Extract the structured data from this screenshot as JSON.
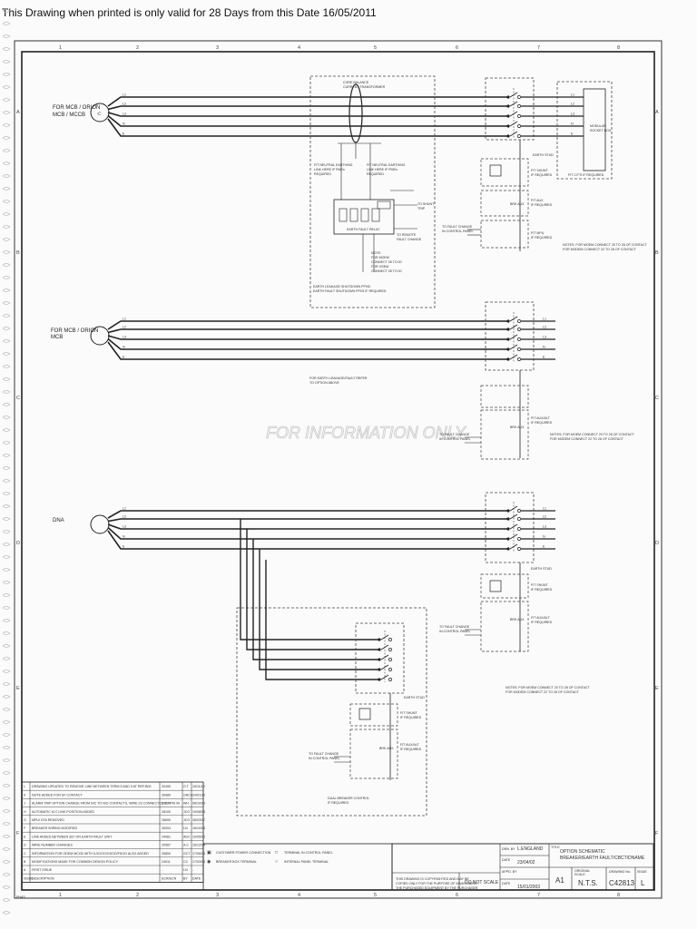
{
  "header_text": "This Drawing when printed is only valid for 28 Days from this Date 16/05/2011",
  "watermark": "FOR INFORMATION ONLY",
  "grid": {
    "columns": [
      "1",
      "2",
      "3",
      "4",
      "5",
      "6",
      "7",
      "8"
    ],
    "rows": [
      "A",
      "B",
      "C",
      "D",
      "E",
      "F"
    ]
  },
  "sections": {
    "one": {
      "source_label": "FOR MCB / ORION\nMCB / MCCB",
      "wire_labels": [
        "L1",
        "L2",
        "L3",
        "N",
        "E"
      ],
      "cbct_title": "CORE BALANCE\nCURRENT TRANSFORMER",
      "earthing_left": "FIT NEUTRAL EARTHING\nLINK HERE IF PMEs\nREQUIRED",
      "earthing_right": "FIT NEUTRAL EARTHING\nLINK HERE IF PMEs\nREQUIRED",
      "relay_label": "EARTH FAULT RELAY",
      "shunt_trip": "TO SHUNT\nTRIP",
      "remote": "TO REMOTE\nFAULT CHANGE",
      "note": "NOTE:\nFOR MOEM\nCONNECT 05 TO 00\nFOR OSEM\nCONNECT 05 TO 00",
      "shutdown": "EARTH LEAKAGE SHUTDOWN PPI/S/\nEARTH FAULT SHUTDOWN PPI/S IF REQUIRED",
      "modular": "MODULAR\nSOCKET BOX",
      "ct_required": "FIT C/T'S IF REQUIRED",
      "earth_stud": "EARTH STUD",
      "shunt_required": "FIT SHUNT\nIF REQUIRED",
      "aux_required": "FIT AUX\nIF REQUIRED",
      "mpu_required": "FIT MPU\nIF REQUIRED",
      "fault_change": "TO FAULT CHANGE\nIN CONTROL PANEL",
      "contact_note": "NOTES: FOR MOEM CONNECT 20 TO 28 OF CONTACT\nFOR MODEM CONNECT 22 TO 28 OF CONTACT"
    },
    "two": {
      "source_label": "FOR MCB / ORION\nMCB",
      "wire_labels": [
        "L1",
        "L2",
        "L3",
        "N",
        "E"
      ],
      "earth_note": "FOR EARTH LEAKAGE/FAULT REFER\nTO OPTION ABOVE",
      "aux_required": "FIT AUX/ALT\nIF REQUIRED",
      "fault_change": "TO FAULT CHANGE\nIN CONTROL PANEL",
      "contact_note": "NOTES: FOR MOEM CONNECT 20 TO 28 OF CONTACT\nFOR MODEM CONNECT 22 TO 28 OF CONTACT"
    },
    "three": {
      "source_label": "DNA",
      "wire_labels": [
        "L1",
        "L2",
        "L3",
        "N",
        "E"
      ],
      "earth_stud": "EARTH STUD",
      "shunt_required": "FIT SHUNT\nIF REQUIRED",
      "aux_required": "FIT AUX/ALT\nIF REQUIRED",
      "fault_change": "TO FAULT CHANGE\nIN CONTROL PANEL",
      "contact_note": "NOTES: FOR MOEM CONNECT 20 TO 28 OF CONTACT\nFOR MODEM CONNECT 22 TO 28 OF CONTACT",
      "dual_breaker": "DUAL BREAKER CONTROL\nIF REQUIRED"
    }
  },
  "revisions": [
    {
      "rev": "L",
      "desc": "DRAWING UPDATED TO REMOVE LINK BETWEEN TERM 5 AND 9 AT REF:B00",
      "ecn": "32490",
      "by": "G.T",
      "date": "15/11/10"
    },
    {
      "rev": "K",
      "desc": "NOTE ADDED FOR EF CONTACT",
      "ecn": "30980",
      "by": "GNCA",
      "date": "14/01/10"
    },
    {
      "rev": "J",
      "desc": "ALARM TRIP OPTION CHANGE FROM N/C TO N/O CONTACTS, WIRE 23 CONNECTED TO PIN 90",
      "ecn": "29270",
      "by": "WH",
      "date": "08/10/09"
    },
    {
      "rev": "H",
      "desc": "AUTOMATIC M.C LINK POSITION ADDED",
      "ecn": "28100",
      "by": "JCG",
      "date": "19/08/09"
    },
    {
      "rev": "G",
      "desc": "MPU/ DTA REMOVED",
      "ecn": "26690",
      "by": "JCG",
      "date": "26/03/07"
    },
    {
      "rev": "F",
      "desc": "BREAKER WIRING MODIFIED",
      "ecn": "26204",
      "by": "LN",
      "date": "16/10/06"
    },
    {
      "rev": "E",
      "desc": "LINK ADDED BETWEEN 3&7 ON EARTH FAULT UNIT",
      "ecn": "24081",
      "by": "ADC",
      "date": "10/05/05"
    },
    {
      "rev": "D",
      "desc": "WIRE NUMBER CHANGES",
      "ecn": "20587",
      "by": "A.C",
      "date": "16/12/04"
    },
    {
      "rev": "C",
      "desc": "INFORMATION FOR ODEM MCCB WITH ILSOOO/OSOO/FDOO ALSO ADDED",
      "ecn": "25809",
      "by": "GCT",
      "date": "17/06/04"
    },
    {
      "rev": "B",
      "desc": "MODIFICATIONS MADE FOR COMMON DESIGN POLICY",
      "ecn": "24011",
      "by": "CC",
      "date": "17/03/03"
    },
    {
      "rev": "A",
      "desc": "FIRST ISSUE",
      "ecn": "-",
      "by": "LN",
      "date": "-"
    },
    {
      "rev": "ISSUE",
      "desc": "DESCRIPTION",
      "ecn": "ECR/ECN",
      "by": "BY",
      "date": "DATE"
    }
  ],
  "legend": [
    {
      "sym": "▣",
      "text": "CUSTOMER POWER CONNECTION"
    },
    {
      "sym": "□",
      "text": "TERMINAL IN CONTROL PANEL"
    },
    {
      "sym": "◉",
      "text": "BREAKER BOX TERMINAL"
    },
    {
      "sym": "○",
      "text": "INTERNAL PANEL TERMINAL"
    }
  ],
  "title_block": {
    "copyright": "THIS DRAWING IS COPYRIGHTED AND MAY BE COPIED ONLY FOR THE PURPOSE OF MAINTAINING THE PURCHASED EQUIPMENT BY THE PURCHASER",
    "do_not_scale": "DO NOT SCALE",
    "drawn_by_label": "DRN. BY",
    "drawn_by": "L.ENGLAND",
    "date_label": "DATE",
    "date": "23/04/02",
    "appd_label": "APPD. BY",
    "appd": "",
    "date2_label": "DATE",
    "date2": "15/01/2003",
    "title_label": "TITLE",
    "title": "OPTION SCHEMATIC\nBREAKER/EARTH FAULT/CBCT/DNAME",
    "size": "A1",
    "scale_label": "ORIGINAL\nSCALE",
    "scale": "N.T.S.",
    "drawing_no_label": "DRAWING No.",
    "drawing_no": "C42813",
    "issue_label": "ISSUE",
    "issue": "L"
  },
  "margin_code": "PHAS"
}
